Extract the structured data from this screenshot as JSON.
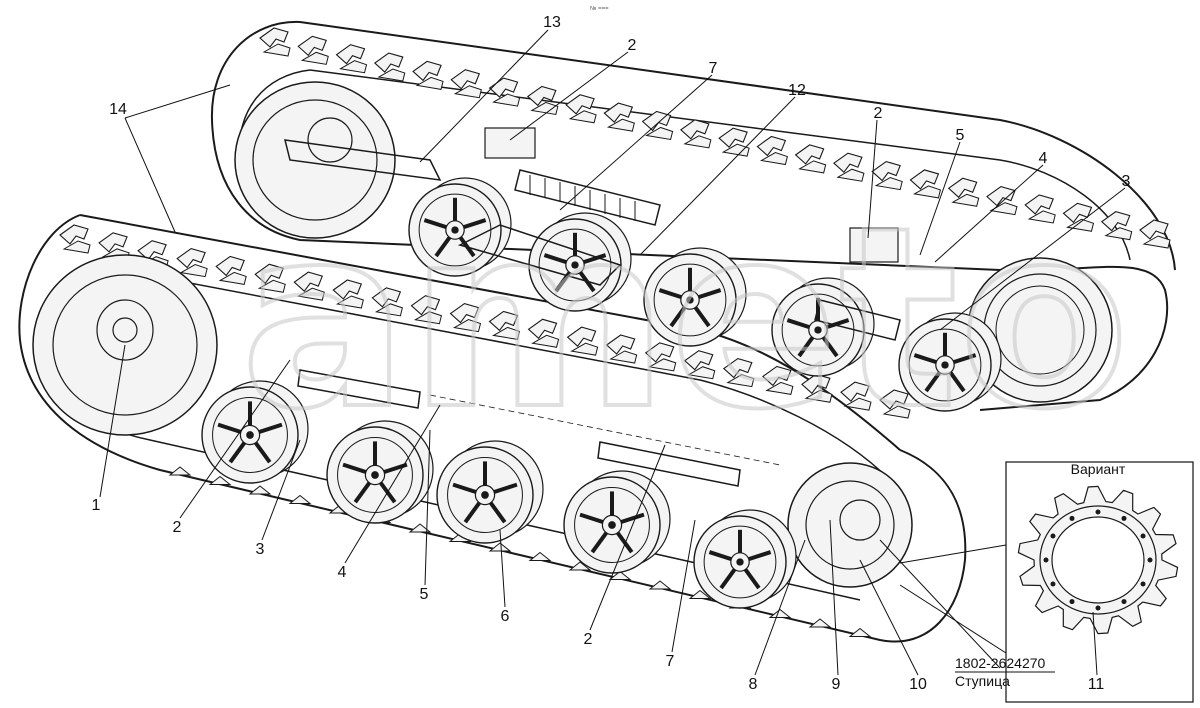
{
  "header": {
    "mark": "№ ==="
  },
  "watermark": {
    "text": "ameto"
  },
  "callouts": {
    "c1": "1",
    "c2a": "2",
    "c2b": "2",
    "c2c": "2",
    "c2d": "2",
    "c3a": "3",
    "c3b": "3",
    "c4a": "4",
    "c4b": "4",
    "c5a": "5",
    "c5b": "5",
    "c6": "6",
    "c7a": "7",
    "c7b": "7",
    "c8": "8",
    "c9": "9",
    "c10": "10",
    "c11": "11",
    "c12": "12",
    "c13": "13",
    "c14": "14"
  },
  "variant": {
    "title": "Вариант"
  },
  "part": {
    "number": "1802-2624270",
    "name": "Ступица"
  },
  "colors": {
    "line": "#1a1a1a",
    "watermark": "#c8c8c8",
    "background": "#ffffff"
  }
}
